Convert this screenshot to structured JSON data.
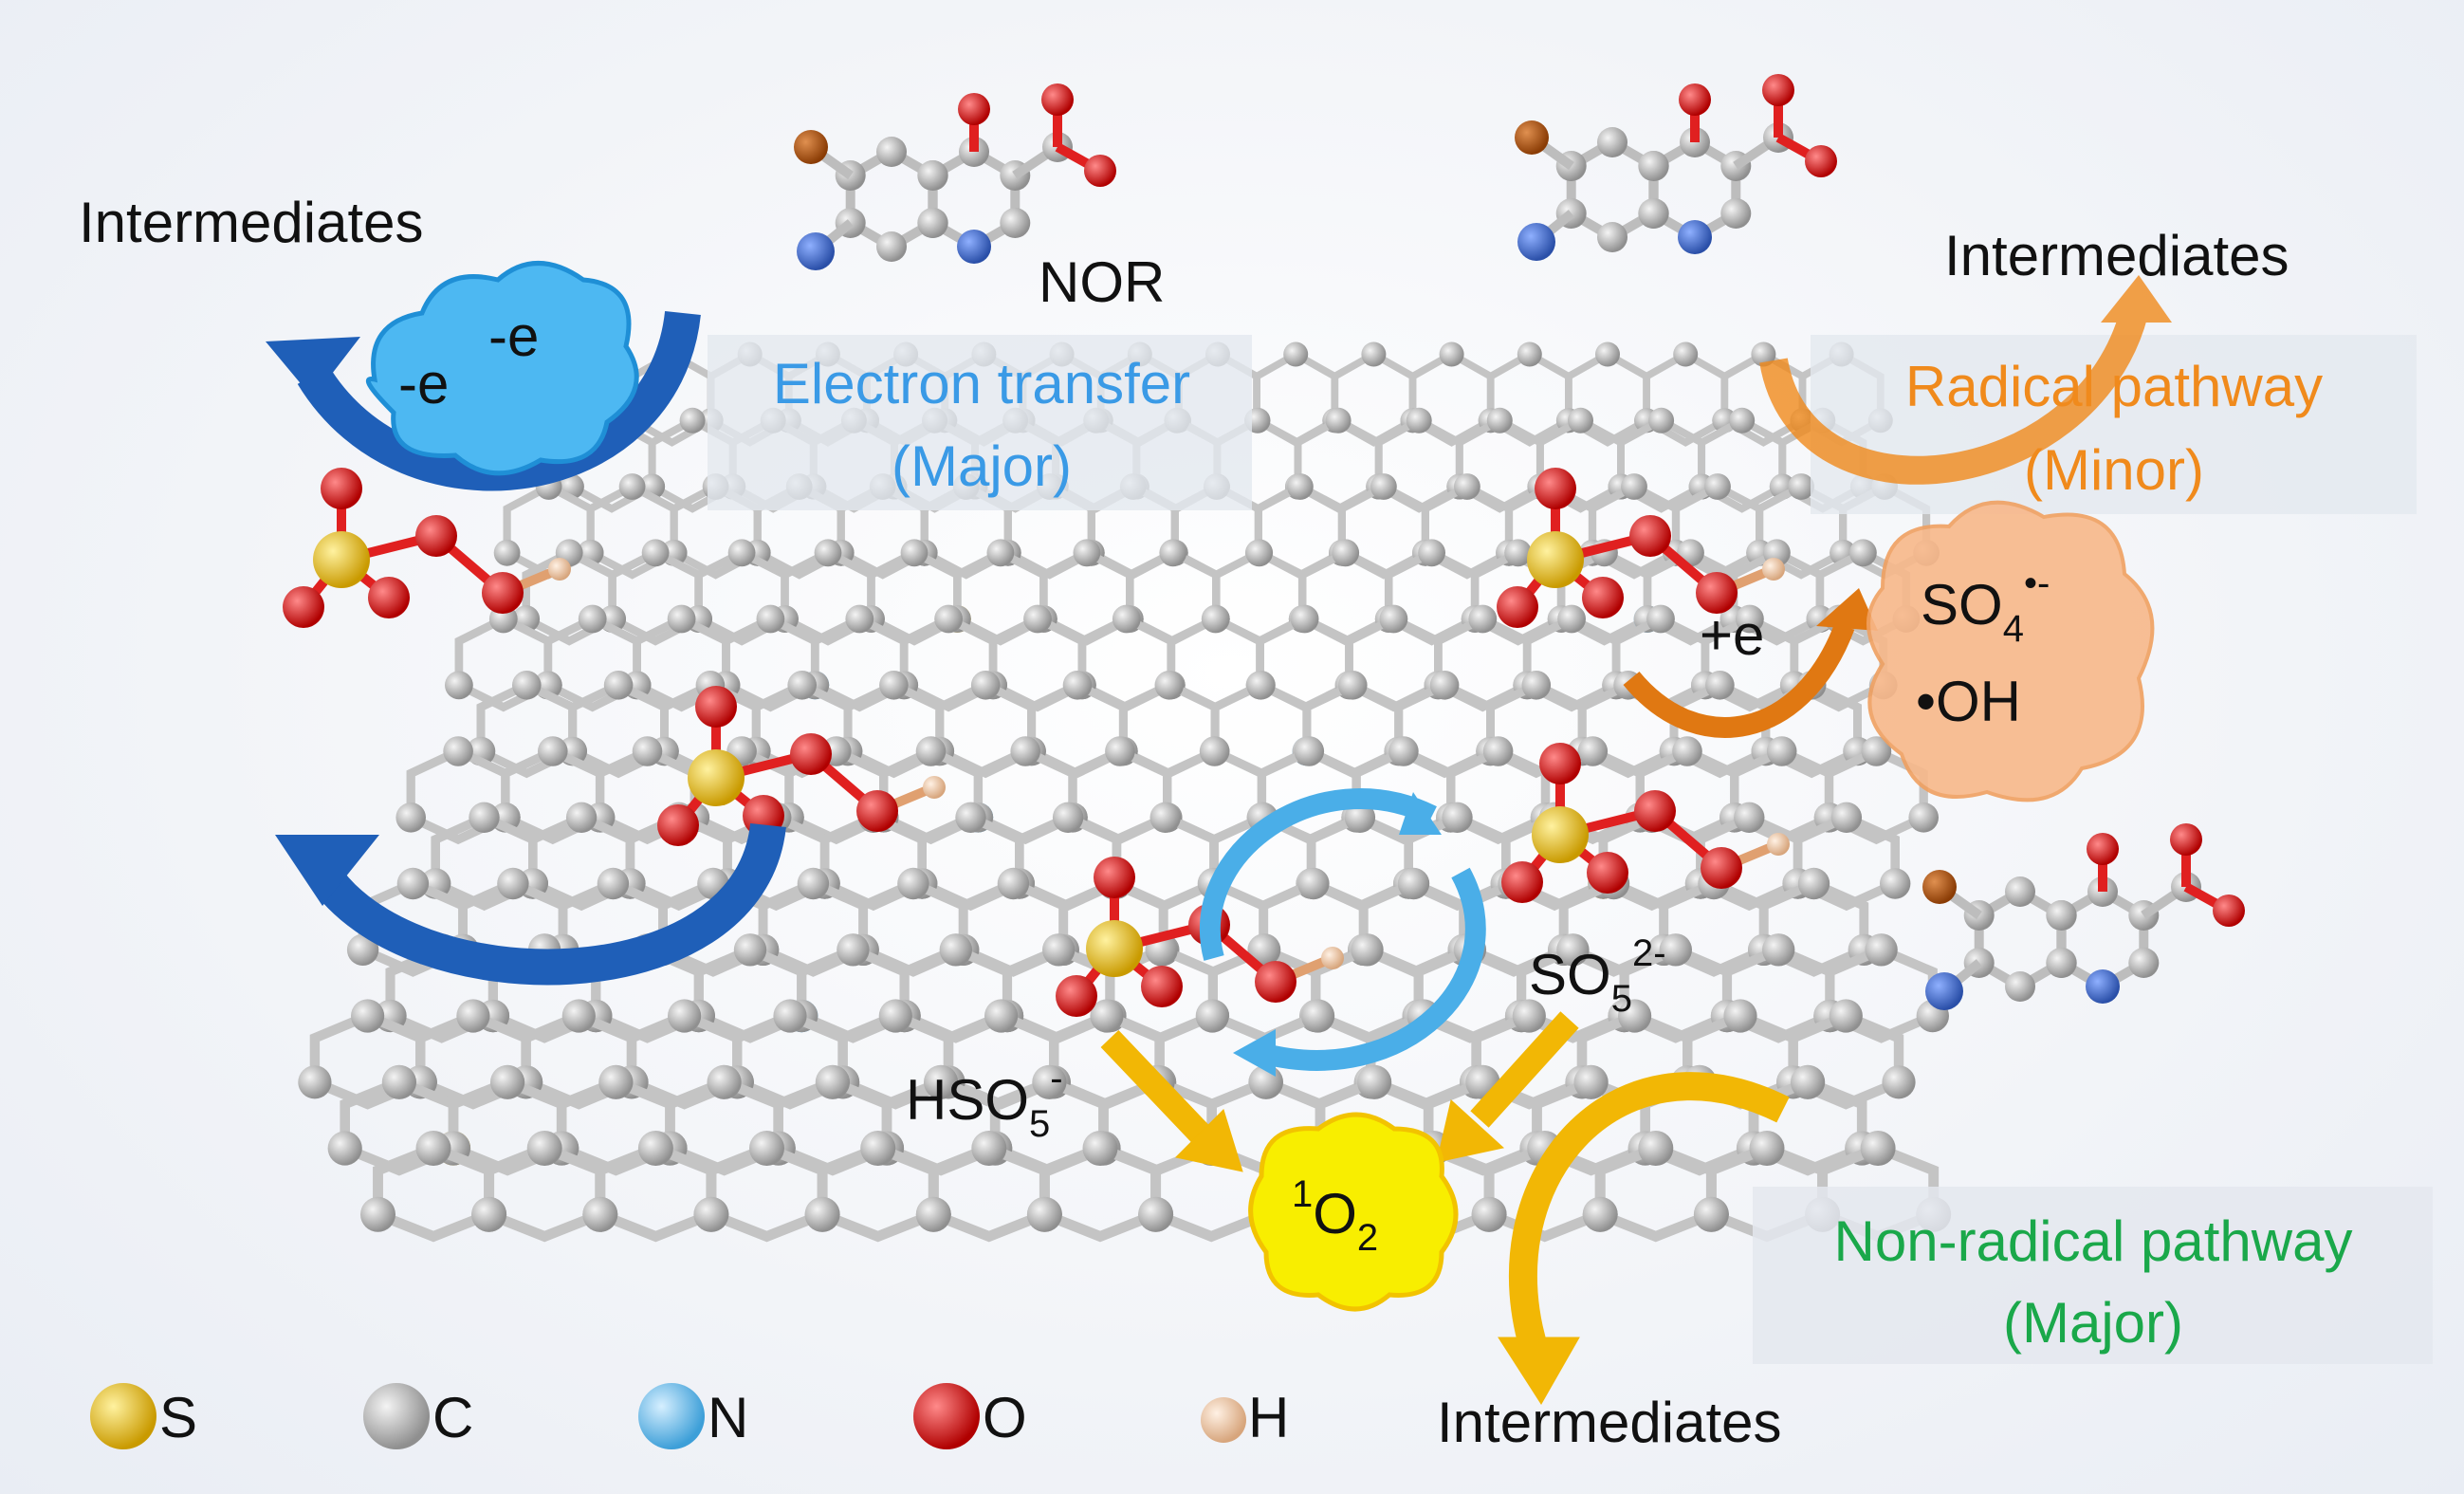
{
  "labels": {
    "intermediates_top_left": "Intermediates",
    "intermediates_top_right": "Intermediates",
    "intermediates_bottom": "Intermediates",
    "nor": "NOR",
    "electron_transfer": "Electron transfer",
    "electron_transfer_sub": "(Major)",
    "radical_pathway": "Radical pathway",
    "radical_pathway_sub": "(Minor)",
    "non_radical_pathway": "Non-radical pathway",
    "non_radical_pathway_sub": "(Major)",
    "cloud_e1": "-e",
    "cloud_e2": "-e",
    "plus_e": "+e",
    "so4": "SO",
    "so4_sub": "4",
    "so4_sup": "•-",
    "oh": "•OH",
    "so5": "SO",
    "so5_sub": "5",
    "so5_sup": "2-",
    "hso5": "HSO",
    "hso5_sub": "5",
    "hso5_sup": "-",
    "singlet_o2_sup": "1",
    "singlet_o2": "O",
    "singlet_o2_sub": "2"
  },
  "legend": [
    {
      "symbol": "S",
      "color": "#e8b800"
    },
    {
      "symbol": "C",
      "color": "#b0b0b0"
    },
    {
      "symbol": "N",
      "color": "#5ab8ea"
    },
    {
      "symbol": "O",
      "color": "#e60000"
    },
    {
      "symbol": "H",
      "color": "#f3c9a4"
    }
  ],
  "colors": {
    "electron_transfer": "#3a9ae6",
    "radical": "#f08a1c",
    "non_radical": "#1aa84a",
    "arrow_blue": "#1f5fb8",
    "arrow_yellow": "#f2b705"
  }
}
